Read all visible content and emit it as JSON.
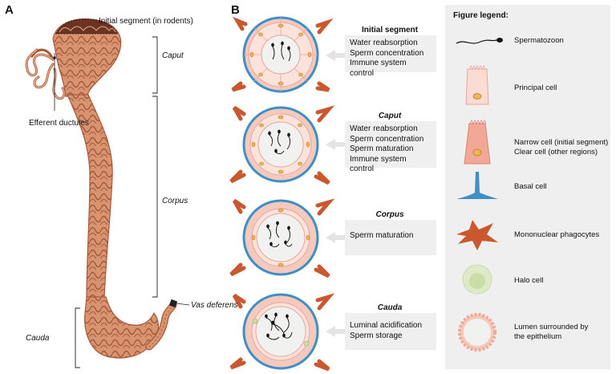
{
  "panel_a": {
    "letter": "A",
    "labels": {
      "initial_segment": "Initial segment (in rodents)",
      "efferent": "Efferent ductules",
      "caput": "Caput",
      "corpus": "Corpus",
      "cauda": "Cauda",
      "vas_deferens": "Vas deferens"
    }
  },
  "panel_b": {
    "letter": "B",
    "regions": [
      {
        "title": "Initial segment",
        "italic": false,
        "functions": [
          "Water reabsorption",
          "Sperm concentration",
          "Immune system control"
        ]
      },
      {
        "title": "Caput",
        "italic": true,
        "functions": [
          "Water reabsorption",
          "Sperm concentration",
          "Sperm maturation",
          "Immune system control"
        ]
      },
      {
        "title": "Corpus",
        "italic": true,
        "functions": [
          "Sperm maturation"
        ]
      },
      {
        "title": "Cauda",
        "italic": true,
        "functions": [
          "Luminal acidification",
          "Sperm storage"
        ]
      }
    ]
  },
  "legend": {
    "title": "Figure legend:",
    "items": [
      {
        "icon": "spermatozoon-icon",
        "label": "Spermatozoon",
        "label2": ""
      },
      {
        "icon": "principal-cell-icon",
        "label": "Principal cell",
        "label2": ""
      },
      {
        "icon": "narrow-clear-cell-icon",
        "label": "Narrow cell (initial segment)",
        "label2": "Clear cell (other regions)"
      },
      {
        "icon": "basal-cell-icon",
        "label": "Basal cell",
        "label2": ""
      },
      {
        "icon": "phagocyte-icon",
        "label": "Mononuclear phagocytes",
        "label2": ""
      },
      {
        "icon": "halo-cell-icon",
        "label": "Halo cell",
        "label2": ""
      },
      {
        "icon": "lumen-icon",
        "label": "Lumen surrounded by",
        "label2": "the epithelium"
      }
    ]
  },
  "colors": {
    "duct": "#d7946f",
    "duct_dark": "#a9593a",
    "epithelium_pink": "#f6c9bd",
    "basal_blue": "#3f8fc6",
    "phagocyte": "#c9582f",
    "halo_green": "#c9dda7",
    "box_gray": "#efefef"
  }
}
